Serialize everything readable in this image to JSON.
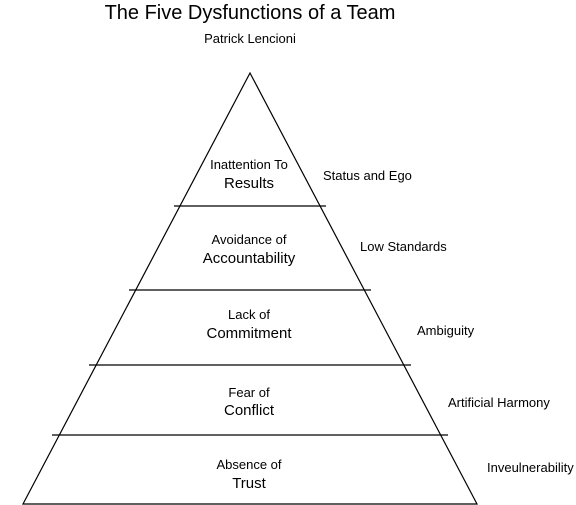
{
  "title": "The Five Dysfunctions of a Team",
  "subtitle": "Patrick Lencioni",
  "colors": {
    "stroke": "#000000",
    "fill": "#ffffff",
    "text": "#000000"
  },
  "levels": [
    {
      "line1": "Inattention To",
      "line2": "Results",
      "side": "Status and Ego"
    },
    {
      "line1": "Avoidance of",
      "line2": "Accountability",
      "side": "Low Standards"
    },
    {
      "line1": "Lack of",
      "line2": "Commitment",
      "side": "Ambiguity"
    },
    {
      "line1": "Fear of",
      "line2": "Conflict",
      "side": "Artificial Harmony"
    },
    {
      "line1": "Absence of",
      "line2": "Trust",
      "side": "Inveulnerability"
    }
  ]
}
